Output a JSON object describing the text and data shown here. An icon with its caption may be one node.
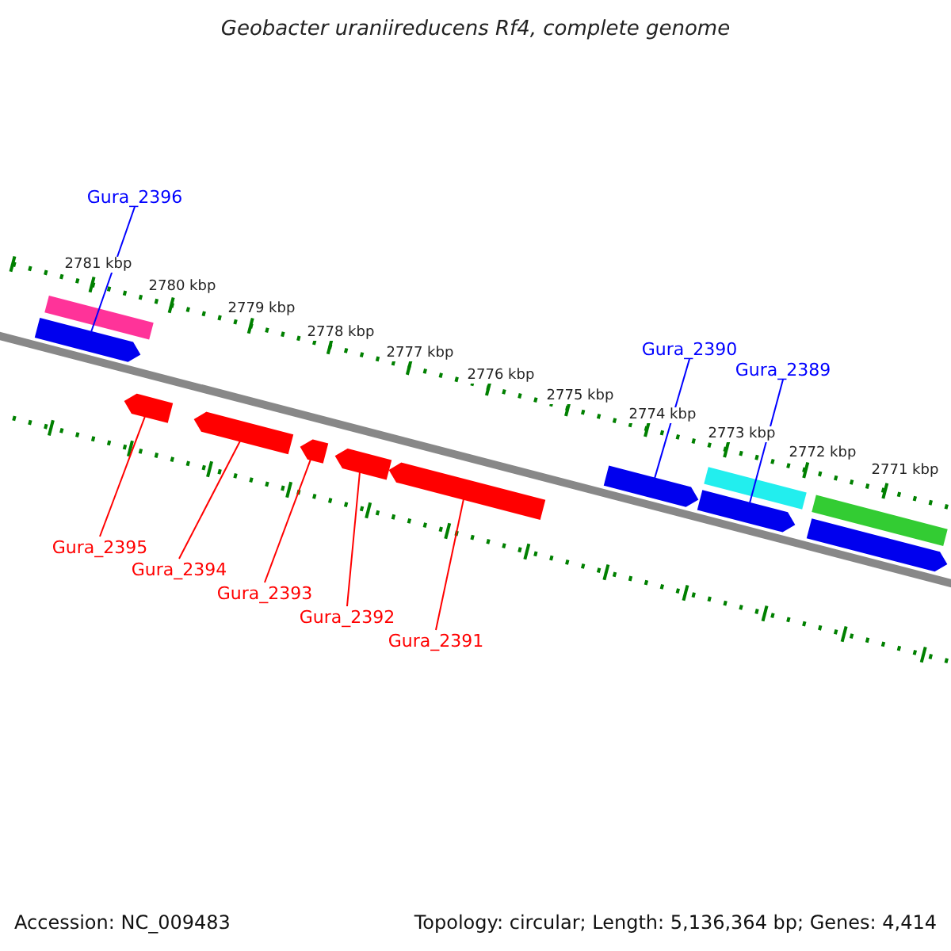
{
  "diagram": {
    "title": "Geobacter uraniireducens Rf4, complete genome",
    "nodes": [
      {
        "text": [
          "Gura_2396"
        ]
      },
      {
        "text": [
          "Gura_2390"
        ]
      },
      {
        "text": [
          "Gura_2389"
        ]
      },
      {
        "text": [
          "Gura_2395"
        ]
      },
      {
        "text": [
          "Gura_2394"
        ]
      },
      {
        "text": [
          "Gura_2393"
        ]
      },
      {
        "text": [
          "Gura_2392"
        ]
      },
      {
        "text": [
          "Gura_2391"
        ]
      },
      {
        "text": [],
        "shape": "bar"
      },
      {
        "text": [],
        "shape": "arrow"
      },
      {
        "text": [],
        "shape": "arrow"
      },
      {
        "text": [],
        "shape": "arrow"
      },
      {
        "text": [],
        "shape": "arrow"
      },
      {
        "text": [],
        "shape": "arrow"
      },
      {
        "text": [],
        "shape": "arrow"
      },
      {
        "text": [],
        "shape": "arrow"
      },
      {
        "text": [],
        "shape": "bar"
      },
      {
        "text": [],
        "shape": "arrow"
      },
      {
        "text": [],
        "shape": "bar"
      },
      {
        "text": [],
        "shape": "arrow"
      }
    ],
    "edges": [
      {
        "from": 0,
        "to": 9,
        "arrow": "none",
        "color": "#0000ff"
      },
      {
        "from": 1,
        "to": 15,
        "arrow": "none",
        "color": "#0000ff"
      },
      {
        "from": 2,
        "to": 17,
        "arrow": "none",
        "color": "#0000ff"
      },
      {
        "from": 3,
        "to": 10,
        "arrow": "none"
      },
      {
        "from": 4,
        "to": 11,
        "arrow": "none"
      },
      {
        "from": 5,
        "to": 12,
        "arrow": "none"
      },
      {
        "from": 6,
        "to": 13,
        "arrow": "none"
      },
      {
        "from": 7,
        "to": 14,
        "arrow": "none"
      }
    ],
    "labels": [
      "2781 kbp",
      "2780 kbp",
      "2779 kbp",
      "2778 kbp",
      "2777 kbp",
      "2776 kbp",
      "2775 kbp",
      "2774 kbp",
      "2773 kbp",
      "2772 kbp",
      "2771 kbp",
      "Accession: NC_009483",
      "Topology: circular; Length: 5,136,364 bp; Genes: 4,414"
    ]
  }
}
